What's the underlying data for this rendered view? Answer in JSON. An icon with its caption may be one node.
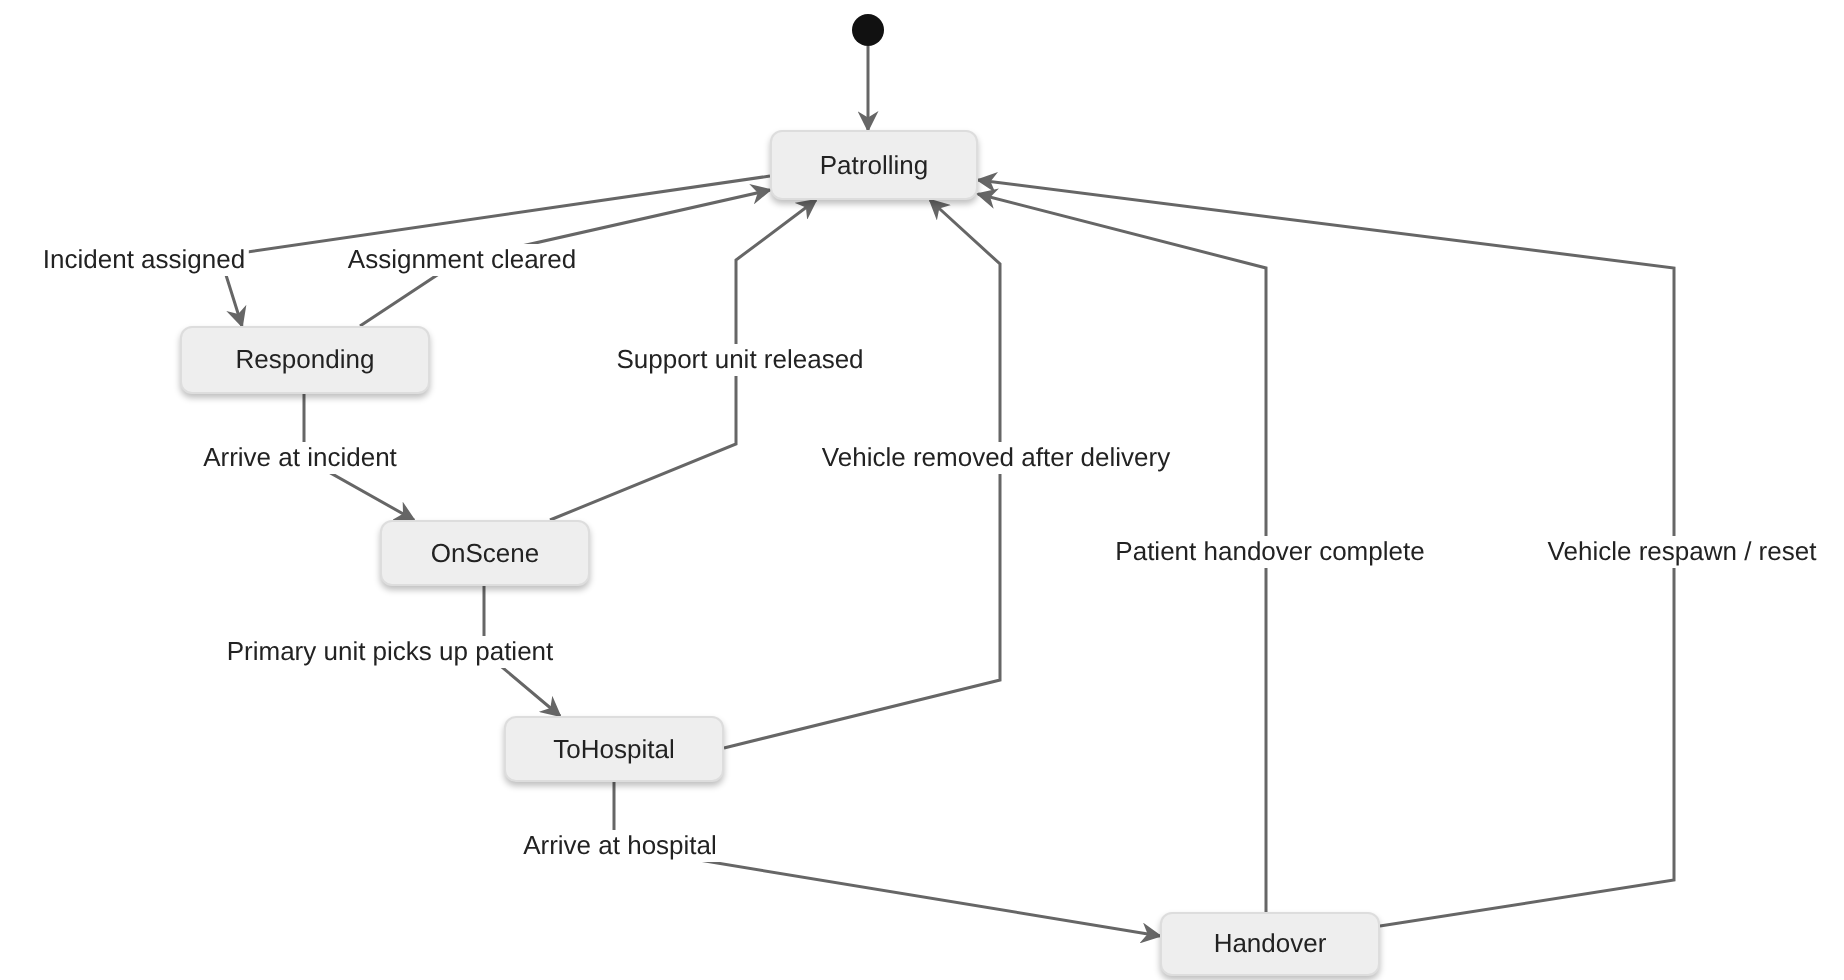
{
  "diagram": {
    "nodes": [
      {
        "text": [],
        "shape": "circle"
      },
      {
        "text": [
          "Patrolling"
        ]
      },
      {
        "text": [
          "Responding"
        ]
      },
      {
        "text": [
          "OnScene"
        ]
      },
      {
        "text": [
          "ToHospital"
        ]
      },
      {
        "text": [
          "Handover"
        ]
      }
    ],
    "edges": [
      {
        "from": 0,
        "to": 1,
        "arrow": "to"
      },
      {
        "from": 1,
        "to": 2,
        "arrow": "to",
        "label": "Incident assigned"
      },
      {
        "from": 2,
        "to": 1,
        "arrow": "to",
        "label": "Assignment cleared"
      },
      {
        "from": 2,
        "to": 3,
        "arrow": "to",
        "label": "Arrive at incident"
      },
      {
        "from": 3,
        "to": 1,
        "arrow": "to",
        "label": "Support unit released"
      },
      {
        "from": 3,
        "to": 4,
        "arrow": "to",
        "label": "Primary unit picks up patient"
      },
      {
        "from": 4,
        "to": 1,
        "arrow": "to",
        "label": "Vehicle removed after delivery"
      },
      {
        "from": 4,
        "to": 5,
        "arrow": "to",
        "label": "Arrive at hospital"
      },
      {
        "from": 5,
        "to": 1,
        "arrow": "to",
        "label": "Patient handover complete"
      },
      {
        "from": 5,
        "to": 1,
        "arrow": "to",
        "label": "Vehicle respawn / reset"
      }
    ]
  }
}
